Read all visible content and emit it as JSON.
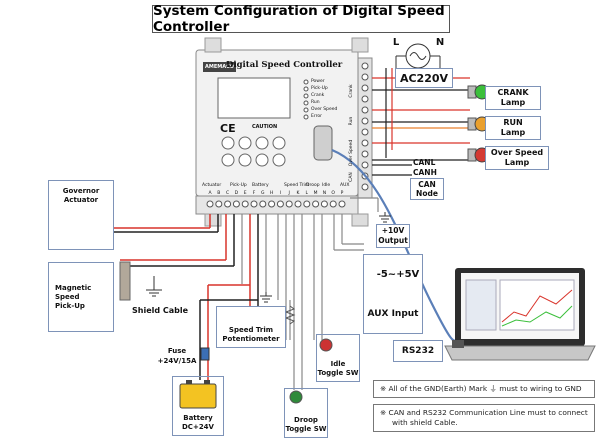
{
  "title": "System Configuration of Digital Speed Controller",
  "controller": {
    "brand": "AMEMACO",
    "name": "Digital Speed Controller",
    "leds": [
      "Power",
      "Pick-Up",
      "Crank",
      "Run",
      "Over Speed",
      "Error"
    ],
    "caution": "CAUTION",
    "ce_mark": "CE",
    "bottom_labels": [
      "Actuator",
      "Pick-Up",
      "Battery",
      "Speed Trim",
      "Droop",
      "Idle",
      "AUX"
    ],
    "terminal_letters": [
      "A",
      "B",
      "C",
      "D",
      "E",
      "F",
      "G",
      "H",
      "I",
      "J",
      "K",
      "L",
      "M",
      "N",
      "O",
      "P"
    ],
    "side_labels": [
      "Crank",
      "Run",
      "Over Speed",
      "CAN"
    ]
  },
  "power": {
    "l_label": "L",
    "n_label": "N",
    "voltage": "AC220V"
  },
  "lamps": [
    {
      "line1": "CRANK",
      "line2": "Lamp",
      "color": "#3bbf3b"
    },
    {
      "line1": "RUN",
      "line2": "Lamp",
      "color": "#e9a02f"
    },
    {
      "line1": "Over Speed",
      "line2": "Lamp",
      "color": "#d43a34"
    }
  ],
  "can": {
    "canl": "CANL",
    "canh": "CANH",
    "node_line1": "CAN",
    "node_line2": "Node"
  },
  "output": {
    "line1": "+10V",
    "line2": "Output"
  },
  "aux": {
    "voltage": "-5~+5V",
    "label": "AUX Input"
  },
  "governor": {
    "line1": "Governor",
    "line2": "Actuator"
  },
  "pickup": {
    "line1": "Magnetic",
    "line2": "Speed",
    "line3": "Pick-Up"
  },
  "shield_cable": "Shield Cable",
  "speed_trim": {
    "line1": "Speed Trim",
    "line2": "Potentiometer"
  },
  "fuse": {
    "line1": "Fuse",
    "line2": "+24V/15A"
  },
  "battery": {
    "line1": "Battery",
    "line2": "DC+24V"
  },
  "idle": {
    "line1": "Idle",
    "line2": "Toggle SW"
  },
  "droop": {
    "line1": "Droop",
    "line2": "Toggle SW"
  },
  "rs232": "RS232",
  "notes": [
    "※ All of the GND(Earth) Mark ⏚ must to wiring to GND",
    "※ CAN and RS232 Communication Line must to connect",
    "with shield Cable."
  ],
  "colors": {
    "red_wire": "#d9342b",
    "black_wire": "#222222",
    "orange_wire": "#e9812f",
    "blue_wire": "#5b7fb8",
    "box_border": "#7e93b8"
  }
}
